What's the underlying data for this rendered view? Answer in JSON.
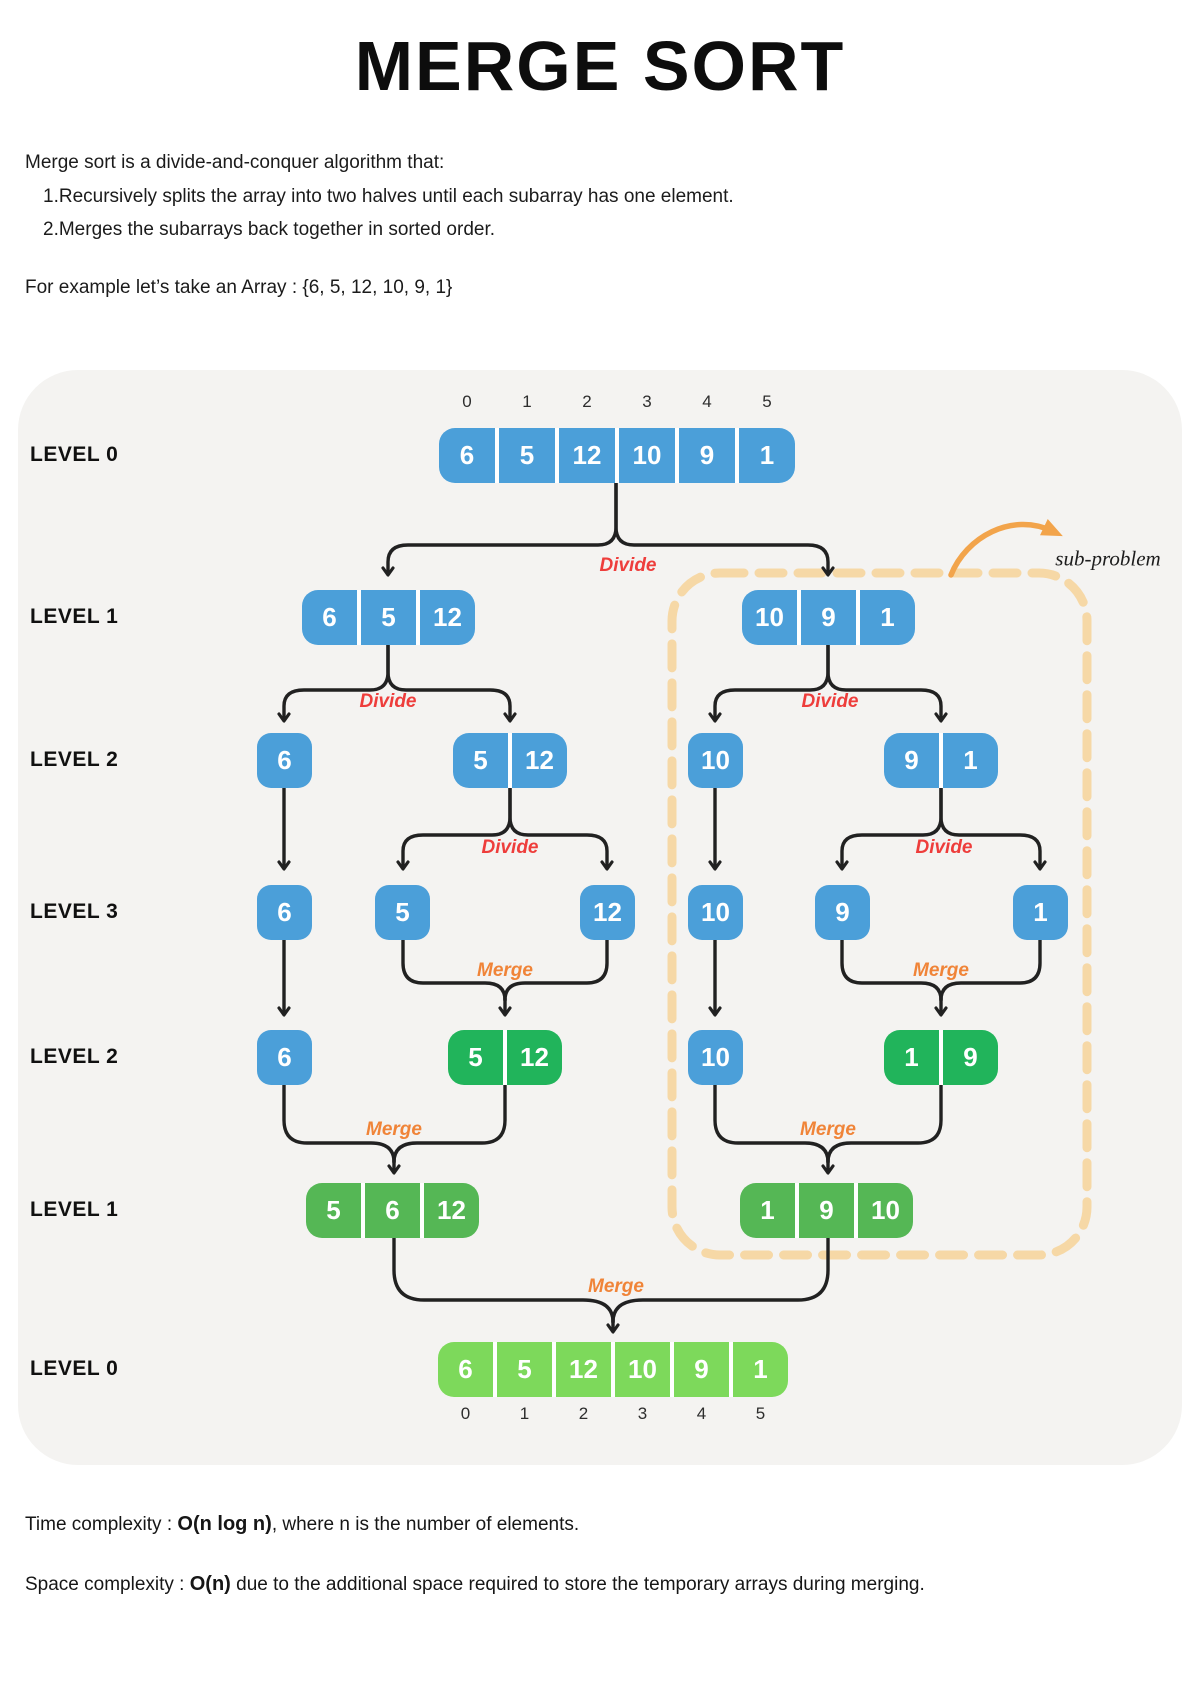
{
  "title": "MERGE SORT",
  "intro": {
    "lead": "Merge sort is a divide-and-conquer algorithm that:",
    "items": [
      "1.Recursively splits the array into two halves until each subarray has one element.",
      "2.Merges the subarrays back together in sorted order."
    ],
    "example": "For example let’s take an Array : {6, 5, 12, 10, 9, 1}"
  },
  "footer": {
    "time_label": "Time complexity : ",
    "time_bold": "O(n log n)",
    "time_rest": ", where n is the number of elements.",
    "space_label": "Space complexity : ",
    "space_bold": "O(n)",
    "space_rest": " due to the additional space required to store the temporary arrays during merging."
  },
  "colors": {
    "blue": "#4B9FD9",
    "green_vivid": "#21B45B",
    "green_medium": "#55B755",
    "green_light": "#7DD95B",
    "divide": "#EE3D3B",
    "merge": "#F08438",
    "dash": "#F6D8A6",
    "sub_arrow": "#F2A44B",
    "panel": "#F4F3F1",
    "line": "#212121"
  },
  "diagram": {
    "sub_problem_label": "sub-problem",
    "top_indices": [
      "0",
      "1",
      "2",
      "3",
      "4",
      "5"
    ],
    "bottom_indices": [
      "0",
      "1",
      "2",
      "3",
      "4",
      "5"
    ],
    "level_labels": [
      "LEVEL 0",
      "LEVEL 1",
      "LEVEL 2",
      "LEVEL 3",
      "LEVEL 2",
      "LEVEL 1",
      "LEVEL 0"
    ],
    "arrays": [
      {
        "id": "root",
        "color": "blue",
        "cells": [
          "6",
          "5",
          "12",
          "10",
          "9",
          "1"
        ]
      },
      {
        "id": "l1-left",
        "color": "blue",
        "cells": [
          "6",
          "5",
          "12"
        ]
      },
      {
        "id": "l1-right",
        "color": "blue",
        "cells": [
          "10",
          "9",
          "1"
        ]
      },
      {
        "id": "l2-six",
        "color": "blue",
        "cells": [
          "6"
        ]
      },
      {
        "id": "l2-five-twelve",
        "color": "blue",
        "cells": [
          "5",
          "12"
        ]
      },
      {
        "id": "l2-ten",
        "color": "blue",
        "cells": [
          "10"
        ]
      },
      {
        "id": "l2-nine-one",
        "color": "blue",
        "cells": [
          "9",
          "1"
        ]
      },
      {
        "id": "l3-six",
        "color": "blue",
        "cells": [
          "6"
        ]
      },
      {
        "id": "l3-five",
        "color": "blue",
        "cells": [
          "5"
        ]
      },
      {
        "id": "l3-twelve",
        "color": "blue",
        "cells": [
          "12"
        ]
      },
      {
        "id": "l3-ten",
        "color": "blue",
        "cells": [
          "10"
        ]
      },
      {
        "id": "l3-nine",
        "color": "blue",
        "cells": [
          "9"
        ]
      },
      {
        "id": "l3-one",
        "color": "blue",
        "cells": [
          "1"
        ]
      },
      {
        "id": "m2-six",
        "color": "blue",
        "cells": [
          "6"
        ]
      },
      {
        "id": "m2-five-twelve",
        "color": "green_vivid",
        "cells": [
          "5",
          "12"
        ]
      },
      {
        "id": "m2-ten",
        "color": "blue",
        "cells": [
          "10"
        ]
      },
      {
        "id": "m2-one-nine",
        "color": "green_vivid",
        "cells": [
          "1",
          "9"
        ]
      },
      {
        "id": "m1-left",
        "color": "green_medium",
        "cells": [
          "5",
          "6",
          "12"
        ]
      },
      {
        "id": "m1-right",
        "color": "green_medium",
        "cells": [
          "1",
          "9",
          "10"
        ]
      },
      {
        "id": "sorted",
        "color": "green_light",
        "cells": [
          "6",
          "5",
          "12",
          "10",
          "9",
          "1"
        ]
      }
    ],
    "connector_labels": [
      {
        "id": "d1",
        "text": "Divide",
        "kind": "divide"
      },
      {
        "id": "d2",
        "text": "Divide",
        "kind": "divide"
      },
      {
        "id": "d3",
        "text": "Divide",
        "kind": "divide"
      },
      {
        "id": "d4",
        "text": "Divide",
        "kind": "divide"
      },
      {
        "id": "d5",
        "text": "Divide",
        "kind": "divide"
      },
      {
        "id": "m1",
        "text": "Merge",
        "kind": "merge"
      },
      {
        "id": "m2",
        "text": "Merge",
        "kind": "merge"
      },
      {
        "id": "m3",
        "text": "Merge",
        "kind": "merge"
      },
      {
        "id": "m4",
        "text": "Merge",
        "kind": "merge"
      },
      {
        "id": "m5",
        "text": "Merge",
        "kind": "merge"
      }
    ]
  }
}
